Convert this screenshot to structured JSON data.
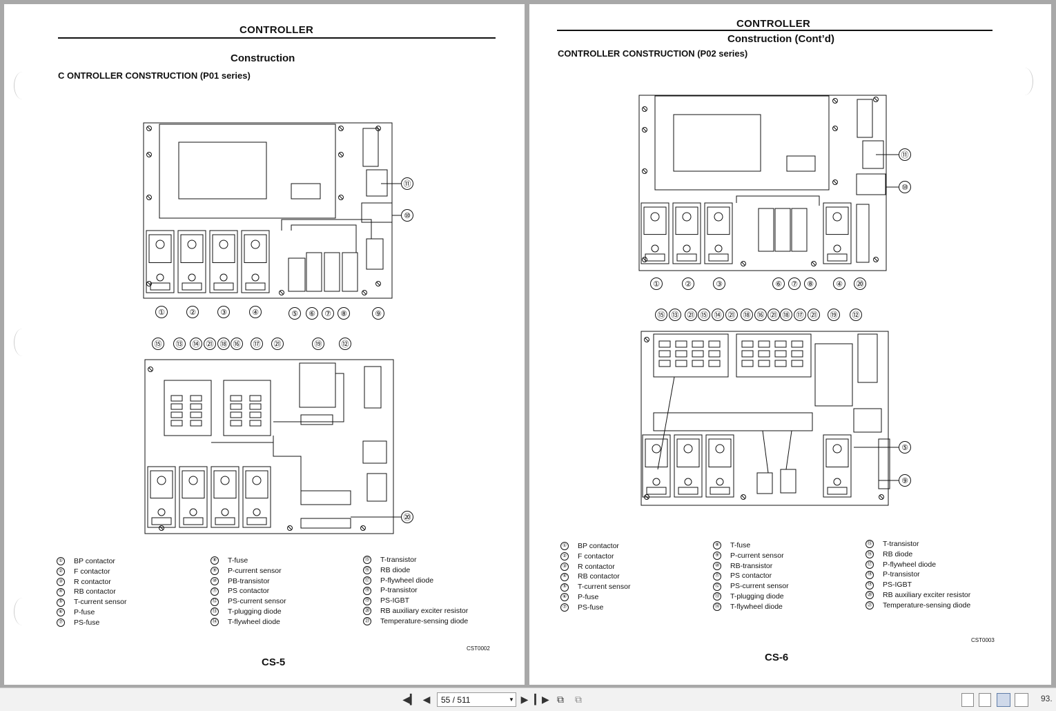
{
  "viewer": {
    "page_current": "55 / 511",
    "zoom": "93.",
    "icons": [
      "first-page-icon",
      "prev-page-icon",
      "next-page-icon",
      "last-page-icon",
      "fit-width-icon",
      "fit-page-icon",
      "single-page-icon",
      "continuous-icon",
      "two-page-icon",
      "two-page-continuous-icon"
    ]
  },
  "left": {
    "header": "CONTROLLER",
    "subtitle": "Construction",
    "section": "C ONTROLLER CONSTRUCTION (P01 series)",
    "code": "CST0002",
    "page_number": "CS-5",
    "callouts_top": [
      "⑪",
      "⑩",
      "①",
      "②",
      "③",
      "④",
      "⑤",
      "⑥",
      "⑦",
      "⑧",
      "⑨"
    ],
    "callouts_bottom": [
      "⑮",
      "⑬",
      "⑭",
      "㉑",
      "⑱",
      "⑯",
      "⑰",
      "㉑",
      "⑲",
      "⑫",
      "⑳"
    ],
    "legend": [
      [
        {
          "n": "①",
          "t": "BP contactor"
        },
        {
          "n": "②",
          "t": "F contactor"
        },
        {
          "n": "③",
          "t": "R contactor"
        },
        {
          "n": "④",
          "t": "RB contactor"
        },
        {
          "n": "⑤",
          "t": "T-current sensor"
        },
        {
          "n": "⑥",
          "t": "P-fuse"
        },
        {
          "n": "⑦",
          "t": "PS-fuse"
        }
      ],
      [
        {
          "n": "⑧",
          "t": "T-fuse"
        },
        {
          "n": "⑨",
          "t": "P-current sensor"
        },
        {
          "n": "⑩",
          "t": "PB-transistor"
        },
        {
          "n": "⑪",
          "t": "PS contactor"
        },
        {
          "n": "⑫",
          "t": "PS-current sensor"
        },
        {
          "n": "⑬",
          "t": "T-plugging diode"
        },
        {
          "n": "⑭",
          "t": "T-flywheel diode"
        }
      ],
      [
        {
          "n": "⑮",
          "t": "T-transistor"
        },
        {
          "n": "⑯",
          "t": "RB diode"
        },
        {
          "n": "⑰",
          "t": "P-flywheel diode"
        },
        {
          "n": "⑱",
          "t": "P-transistor"
        },
        {
          "n": "⑲",
          "t": "PS-IGBT"
        },
        {
          "n": "⑳",
          "t": "RB auxiliary exciter resistor"
        },
        {
          "n": "㉑",
          "t": "Temperature-sensing diode"
        }
      ]
    ]
  },
  "right": {
    "header": "CONTROLLER",
    "subtitle": "Construction (Cont’d)",
    "section": "CONTROLLER CONSTRUCTION (P02 series)",
    "code": "CST0003",
    "page_number": "CS-6",
    "callouts_top": [
      "⑪",
      "⑩",
      "①",
      "②",
      "③",
      "⑥",
      "⑦",
      "⑧",
      "④",
      "⑳"
    ],
    "callouts_bottom": [
      "⑮",
      "⑬",
      "㉑",
      "⑮",
      "⑭",
      "㉑",
      "⑱",
      "⑯",
      "㉑",
      "⑱",
      "⑰",
      "㉑",
      "⑲",
      "⑫",
      "⑤",
      "⑨"
    ],
    "legend": [
      [
        {
          "n": "①",
          "t": "BP contactor"
        },
        {
          "n": "②",
          "t": "F contactor"
        },
        {
          "n": "③",
          "t": "R contactor"
        },
        {
          "n": "④",
          "t": "RB contactor"
        },
        {
          "n": "⑤",
          "t": "T-current sensor"
        },
        {
          "n": "⑥",
          "t": "P-fuse"
        },
        {
          "n": "⑦",
          "t": "PS-fuse"
        }
      ],
      [
        {
          "n": "⑧",
          "t": "T-fuse"
        },
        {
          "n": "⑨",
          "t": "P-current sensor"
        },
        {
          "n": "⑩",
          "t": "RB-transistor"
        },
        {
          "n": "⑪",
          "t": "PS contactor"
        },
        {
          "n": "⑫",
          "t": "PS-current sensor"
        },
        {
          "n": "⑬",
          "t": "T-plugging diode"
        },
        {
          "n": "⑭",
          "t": "T-flywheel diode"
        }
      ],
      [
        {
          "n": "⑮",
          "t": "T-transistor"
        },
        {
          "n": "⑯",
          "t": "RB diode"
        },
        {
          "n": "⑰",
          "t": "P-flywheel diode"
        },
        {
          "n": "⑱",
          "t": "P-transistor"
        },
        {
          "n": "⑲",
          "t": "PS-IGBT"
        },
        {
          "n": "⑳",
          "t": "RB auxiliary exciter resistor"
        },
        {
          "n": "㉑",
          "t": "Temperature-sensing diode"
        }
      ]
    ]
  }
}
